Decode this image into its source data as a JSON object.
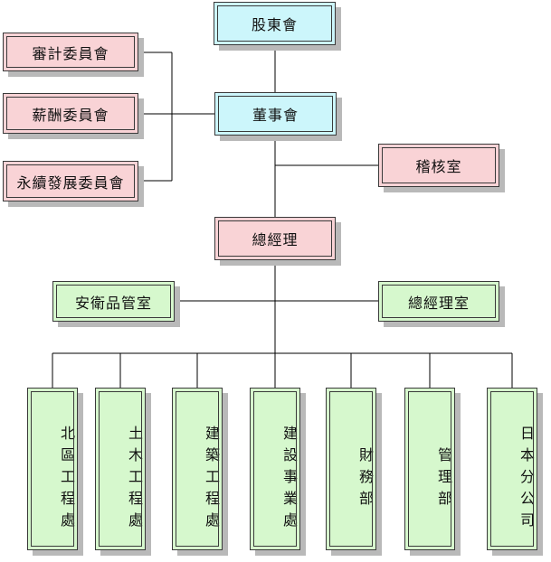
{
  "nodes": {
    "shareholders": "股東會",
    "audit_committee": "審計委員會",
    "compensation_committee": "薪酬委員會",
    "sustainability_committee": "永續發展委員會",
    "board": "董事會",
    "internal_audit": "稽核室",
    "general_manager": "總經理",
    "safety_quality": "安衛品管室",
    "gm_office": "總經理室",
    "north_region": "北區工程處",
    "civil_engineering": "土木工程處",
    "building_engineering": "建築工程處",
    "construction_business": "建設事業處",
    "finance": "財務部",
    "management": "管理部",
    "japan_branch": "日本分公司"
  }
}
